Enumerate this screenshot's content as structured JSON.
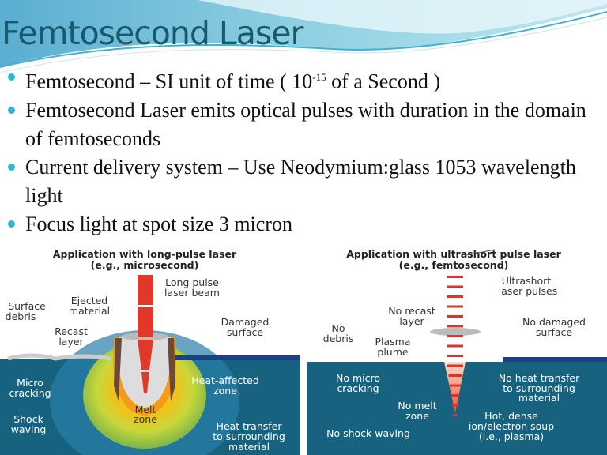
{
  "slide": {
    "title": "Femtosecond Laser",
    "bullets": [
      {
        "pre": "Femtosecond – SI unit of time ( 10",
        "sup": "-15",
        "post": "  of a Second )"
      },
      {
        "text": "Femtosecond Laser emits optical pulses with duration in the domain of femtoseconds"
      },
      {
        "text": "Current delivery system – Use Neodymium:glass  1053 wavelength light"
      },
      {
        "text": "Focus light at spot size 3 micron"
      }
    ]
  },
  "colors": {
    "title": "#17596e",
    "bullet": "#2fb7d1",
    "ground": "#17637f",
    "beam": "#e0392b"
  },
  "long_pulse": {
    "heading": [
      "Application with long-pulse laser",
      "(e.g., microsecond)"
    ],
    "beam": [
      "Long pulse",
      "laser beam"
    ],
    "debris": [
      "Surface",
      "debris"
    ],
    "ejected": [
      "Ejected",
      "material"
    ],
    "recast": [
      "Recast",
      "layer"
    ],
    "damaged": [
      "Damaged",
      "surface"
    ],
    "micro": [
      "Micro",
      "cracking"
    ],
    "haz": [
      "Heat-affected",
      "zone"
    ],
    "melt": [
      "Melt",
      "zone"
    ],
    "shock": [
      "Shock",
      "waving"
    ],
    "heat": [
      "Heat transfer",
      "to surrounding",
      "material"
    ]
  },
  "ultrashort": {
    "heading": [
      "Application with ultrashort pulse laser",
      "(e.g., femtosecond)"
    ],
    "pulses": [
      "Ultrashort",
      "laser pulses"
    ],
    "recast": [
      "No recast",
      "layer"
    ],
    "debris": [
      "No",
      "debris"
    ],
    "plasma": [
      "Plasma",
      "plume"
    ],
    "damaged": [
      "No damaged",
      "surface"
    ],
    "micro": [
      "No micro",
      "cracking"
    ],
    "heat": [
      "No heat transfer",
      "to surrounding",
      "material"
    ],
    "melt": [
      "No melt",
      "zone"
    ],
    "soup": [
      "Hot, dense",
      "ion/electron soup",
      "(i.e., plasma)"
    ],
    "shock": [
      "No shock waving"
    ]
  }
}
